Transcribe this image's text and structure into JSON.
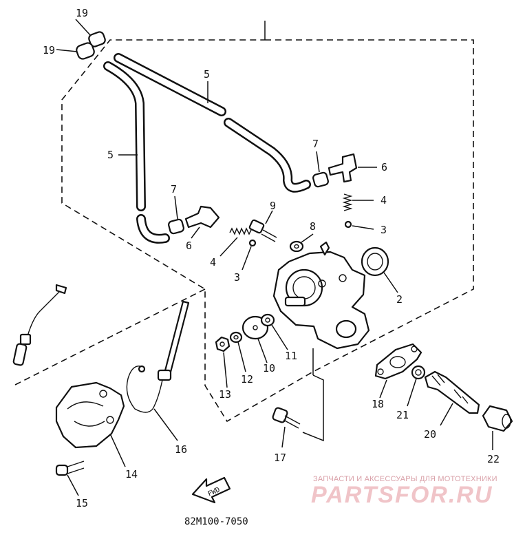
{
  "diagram": {
    "drawing_code": "82M100-7050",
    "fwd_label": "FWD",
    "callouts": {
      "c19a": "19",
      "c19b": "19",
      "c5a": "5",
      "c5b": "5",
      "c7a": "7",
      "c7b": "7",
      "c6a": "6",
      "c6b": "6",
      "c4a": "4",
      "c4b": "4",
      "c3a": "3",
      "c3b": "3",
      "c9": "9",
      "c8": "8",
      "c2": "2",
      "c13": "13",
      "c12": "12",
      "c10": "10",
      "c11": "11",
      "c18": "18",
      "c21": "21",
      "c20": "20",
      "c22": "22",
      "c16": "16",
      "c14": "14",
      "c15": "15",
      "c17": "17"
    }
  },
  "watermark": {
    "tagline": "ЗАПЧАСТИ И АКСЕССУАРЫ ДЛЯ МОТОТЕХНИКИ",
    "brand": "PARTSFOR.RU"
  },
  "colors": {
    "line": "#111111",
    "watermark": "#f0c4c8"
  }
}
